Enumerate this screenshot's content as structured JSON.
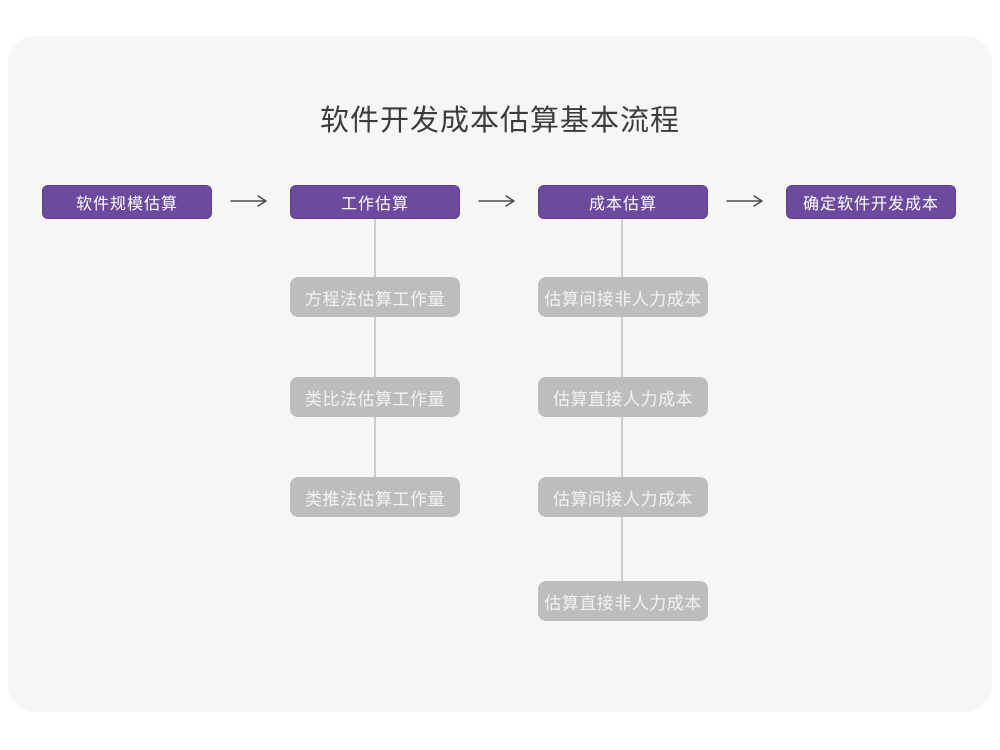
{
  "title": "软件开发成本估算基本流程",
  "flow": {
    "main_steps": [
      {
        "label": "软件规模估算"
      },
      {
        "label": "工作估算"
      },
      {
        "label": "成本估算"
      },
      {
        "label": "确定软件开发成本"
      }
    ],
    "work_estimation_methods": [
      "方程法估算工作量",
      "类比法估算工作量",
      "类推法估算工作量"
    ],
    "cost_estimation_steps": [
      "估算间接非人力成本",
      "估算直接人力成本",
      "估算间接人力成本",
      "估算直接非人力成本"
    ]
  },
  "colors": {
    "primary_box": "#6c4a9e",
    "primary_box_border": "#5e3d92",
    "sub_box": "#bdbdbd",
    "sub_box_text": "#f2f2f2",
    "card_background": "#f6f6f6",
    "page_background": "#ffffff",
    "title_text": "#3c3c3c",
    "arrow": "#4d4d4d",
    "connector_line": "#cccccc"
  }
}
